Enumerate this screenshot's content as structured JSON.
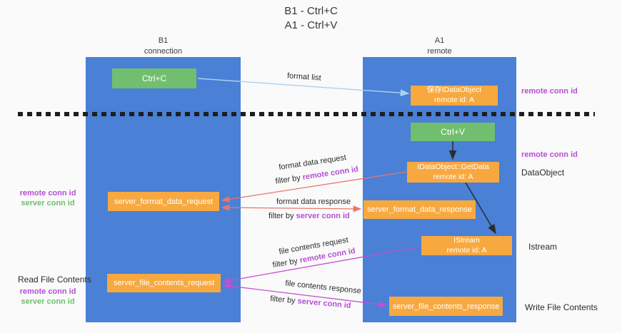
{
  "title": {
    "line1": "B1 - Ctrl+C",
    "line2": "A1 - Ctrl+V"
  },
  "columns": {
    "left": {
      "name": "B1",
      "role": "connection"
    },
    "right": {
      "name": "A1",
      "role": "remote"
    }
  },
  "nodes": {
    "ctrl_c": {
      "label": "Ctrl+C"
    },
    "ctrl_v": {
      "label": "Ctrl+V"
    },
    "save_dataobject": {
      "line1": "保存IDataObject",
      "line2": "remote id: A"
    },
    "getdata": {
      "line1": "IDataObject::GetData",
      "line2": "remote id: A"
    },
    "istream": {
      "line1": "IStream",
      "line2": "remote id: A"
    },
    "format_request": {
      "label": "server_format_data_request"
    },
    "format_response": {
      "label": "server_format_data_response"
    },
    "file_request": {
      "label": "server_file_contents_request"
    },
    "file_response": {
      "label": "server_file_contents_response"
    }
  },
  "flows": {
    "format_list": {
      "label": "format list"
    },
    "format_request": {
      "label": "format data request",
      "filter_prefix": "filter by",
      "filter_key": "remote conn id"
    },
    "format_response": {
      "label": "format data response",
      "filter_prefix": "filter by",
      "filter_key": "server conn id"
    },
    "file_request": {
      "label": "file contents request",
      "filter_prefix": "filter by",
      "filter_key": "remote conn id"
    },
    "file_response": {
      "label": "file contents response",
      "filter_prefix": "filter by",
      "filter_key": "server conn id"
    }
  },
  "side_labels": {
    "remote_conn_top": "remote conn id",
    "remote_conn_mid": "remote conn id",
    "dataobject": "DataObject",
    "istream": "Istream",
    "format_remote_conn": "remote conn id",
    "format_server_conn": "server conn id",
    "read_file": "Read File Contents",
    "file_remote_conn": "remote conn id",
    "file_server_conn": "server conn id",
    "write_file": "Write File Contents"
  },
  "colors": {
    "column_blue": "#4a80d6",
    "box_orange": "#f7a940",
    "box_green": "#71bf6e",
    "arrow_light_blue": "#a9d2f0",
    "arrow_salmon": "#e8766b",
    "arrow_magenta": "#c44fd0",
    "text_purple": "#b44fd2",
    "text_green": "#6dbf6b",
    "dash_black": "#1e1e1e"
  }
}
